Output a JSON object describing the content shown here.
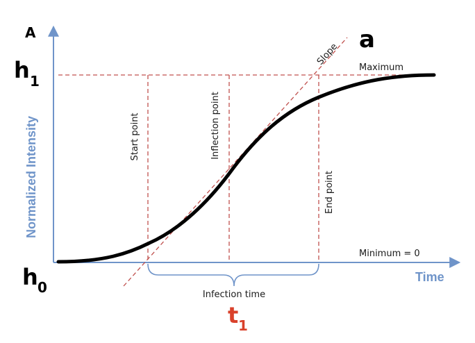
{
  "panel_label": "A",
  "slope_param": "a",
  "h1_base": "h",
  "h1_sub": "1",
  "h0_base": "h",
  "h0_sub": "0",
  "t1_base": "t",
  "t1_sub": "1",
  "axes": {
    "y_label": "Normalized Intensity",
    "x_label": "Time"
  },
  "annotations": {
    "maximum": "Maximum",
    "minimum": "Minimum = 0",
    "slope": "Slope",
    "start_point": "Start point",
    "inflection_point": "Inflection point",
    "end_point": "End point",
    "infection_time": "Infection time"
  },
  "colors": {
    "axis": "#6f94c9",
    "guide_dashed": "#c0504d",
    "curve": "#000000",
    "t1": "#d9412b"
  }
}
